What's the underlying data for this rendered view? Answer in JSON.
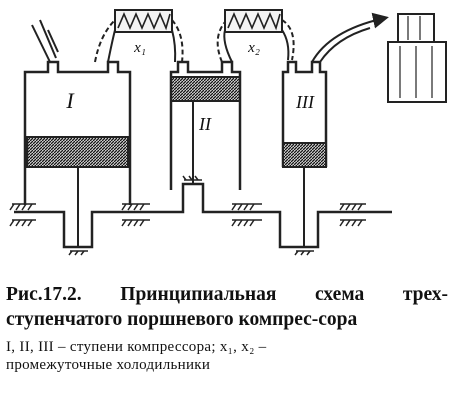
{
  "diagram": {
    "stage_labels": [
      "I",
      "II",
      "III"
    ],
    "cooler_labels": [
      "x₁",
      "x₂"
    ]
  },
  "caption": {
    "title": "Рис.17.2. Принципиальная схема трех-ступенчатого поршневого компрес-сора",
    "legend_line1": "I, II, III – ступени компрессора; x₁, x₂ –",
    "legend_line2": "промежуточные холодильники"
  }
}
